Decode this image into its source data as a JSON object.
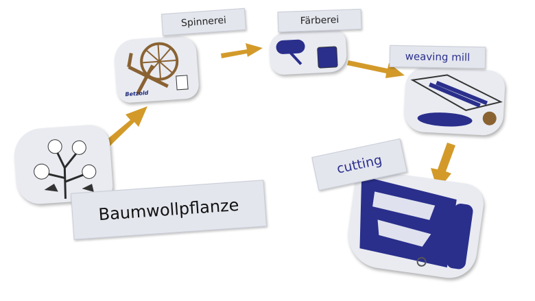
{
  "cards": {
    "cotton": {
      "label": "Baumwollpflanze"
    },
    "spinning": {
      "label": "Spinnerei",
      "logo": "Betzold"
    },
    "dyeing": {
      "label": "Färberei"
    },
    "weaving": {
      "label": "weaving mill"
    },
    "cutting": {
      "label": "cutting"
    }
  },
  "colors": {
    "arrow": "#d39a2a",
    "fabric": "#2a2f8c",
    "wood": "#8a6232",
    "card": "#e9ebf1"
  }
}
